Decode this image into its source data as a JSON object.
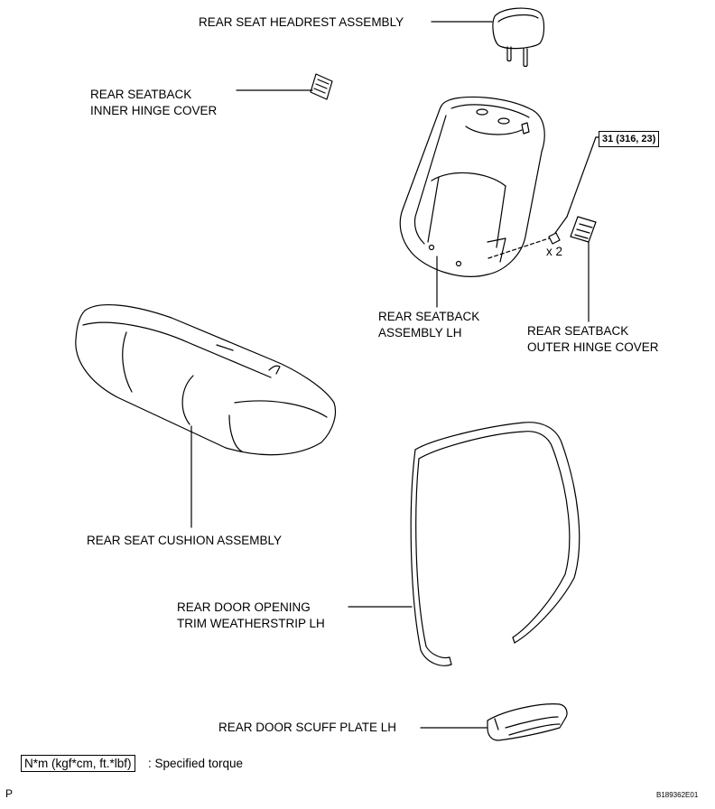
{
  "labels": {
    "headrest": "REAR SEAT HEADREST ASSEMBLY",
    "inner_hinge_cover_1": "REAR SEATBACK",
    "inner_hinge_cover_2": "INNER HINGE COVER",
    "seatback_1": "REAR SEATBACK",
    "seatback_2": "ASSEMBLY LH",
    "outer_hinge_cover_1": "REAR SEATBACK",
    "outer_hinge_cover_2": "OUTER HINGE COVER",
    "cushion": "REAR SEAT CUSHION ASSEMBLY",
    "weatherstrip_1": "REAR DOOR OPENING",
    "weatherstrip_2": "TRIM WEATHERSTRIP LH",
    "scuff_plate": "REAR DOOR SCUFF PLATE LH"
  },
  "torque": "31 (316, 23)",
  "bolt_qty": "x 2",
  "legend": {
    "unit": "N*m (kgf*cm, ft.*lbf)",
    "description": ": Specified torque"
  },
  "corner_letter": "P",
  "figure_code": "B189362E01"
}
